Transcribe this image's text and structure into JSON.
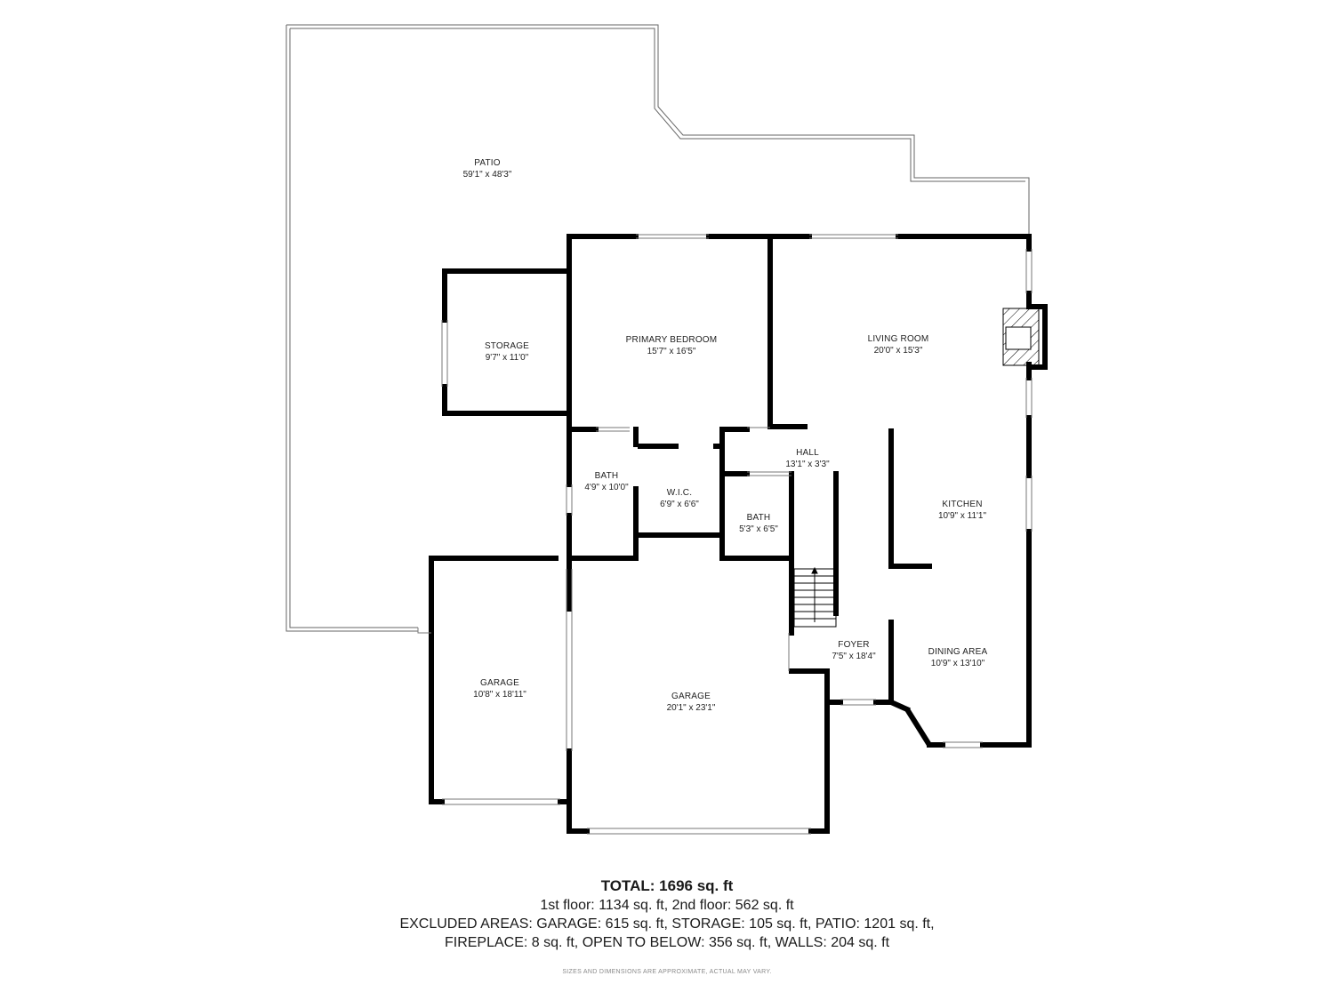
{
  "rooms": {
    "patio": {
      "name": "PATIO",
      "dim": "59'1\" x 48'3\""
    },
    "storage": {
      "name": "STORAGE",
      "dim": "9'7\" x 11'0\""
    },
    "primary_bedroom": {
      "name": "PRIMARY BEDROOM",
      "dim": "15'7\" x 16'5\""
    },
    "living_room": {
      "name": "LIVING ROOM",
      "dim": "20'0\" x 15'3\""
    },
    "hall": {
      "name": "HALL",
      "dim": "13'1\" x 3'3\""
    },
    "bath_1": {
      "name": "BATH",
      "dim": "4'9\" x 10'0\""
    },
    "wic": {
      "name": "W.I.C.",
      "dim": "6'9\" x 6'6\""
    },
    "bath_2": {
      "name": "BATH",
      "dim": "5'3\" x 6'5\""
    },
    "kitchen": {
      "name": "KITCHEN",
      "dim": "10'9\" x 11'1\""
    },
    "foyer": {
      "name": "FOYER",
      "dim": "7'5\" x 18'4\""
    },
    "dining_area": {
      "name": "DINING AREA",
      "dim": "10'9\" x 13'10\""
    },
    "garage_small": {
      "name": "GARAGE",
      "dim": "10'8\" x 18'11\""
    },
    "garage_large": {
      "name": "GARAGE",
      "dim": "20'1\" x 23'1\""
    }
  },
  "summary": {
    "total": "TOTAL: 1696 sq. ft",
    "floors": "1st floor: 1134 sq. ft, 2nd floor: 562 sq. ft",
    "excluded_1": "EXCLUDED AREAS: GARAGE: 615 sq. ft, STORAGE: 105 sq. ft, PATIO: 1201 sq. ft,",
    "excluded_2": "FIREPLACE: 8 sq. ft, OPEN TO BELOW: 356 sq. ft, WALLS: 204 sq. ft",
    "disclaimer": "SIZES AND DIMENSIONS ARE APPROXIMATE, ACTUAL MAY VARY."
  },
  "colors": {
    "wall": "#000000",
    "thin_line": "#555555",
    "background": "#ffffff"
  },
  "icons": {
    "fireplace": "fireplace-icon",
    "stairs": "stairs-icon"
  }
}
